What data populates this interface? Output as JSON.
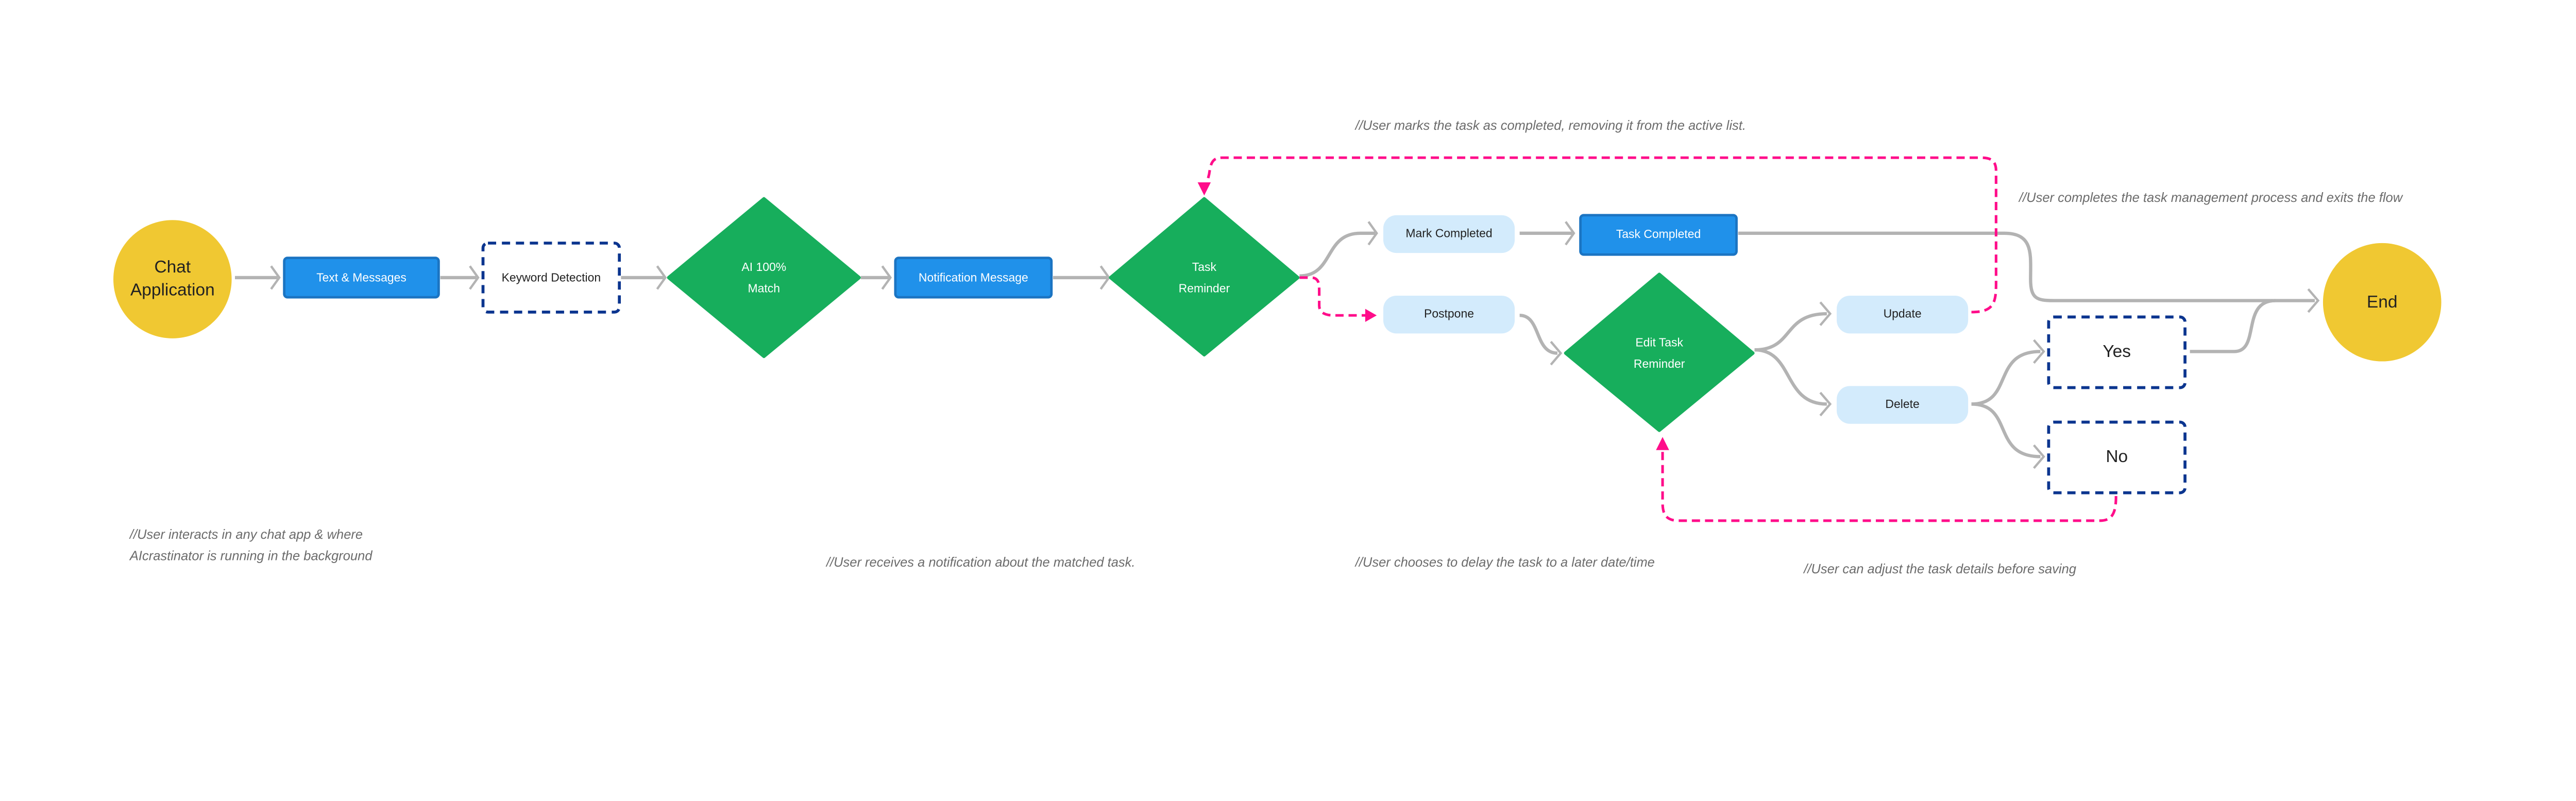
{
  "colors": {
    "start_end": "#f0c832",
    "process": "#2091ea",
    "process_border": "#1b74c2",
    "decision": "#17ae5c",
    "option": "#d3ebfc",
    "dashed_border": "#0b358f",
    "edge": "#b3b3b3",
    "loop": "#ff0d8a",
    "comment": "#6b6b6b"
  },
  "nodes": {
    "chat_app": {
      "line1": "Chat",
      "line2": "Application"
    },
    "text_messages": "Text & Messages",
    "keyword_detection": "Keyword Detection",
    "ai_match": {
      "line1": "AI 100%",
      "line2": "Match"
    },
    "notification_message": "Notification Message",
    "task_reminder": {
      "line1": "Task",
      "line2": "Reminder"
    },
    "mark_completed": "Mark Completed",
    "task_completed": "Task Completed",
    "postpone": "Postpone",
    "edit_task_reminder": {
      "line1": "Edit Task",
      "line2": "Reminder"
    },
    "update": "Update",
    "delete": "Delete",
    "yes": "Yes",
    "no": "No",
    "end": "End"
  },
  "comments": {
    "mark_completed": "//User marks the task as completed, removing it from the active list.",
    "exit": "//User completes the task management process and exits the flow",
    "chat_line1": "//User interacts in any chat app & where",
    "chat_line2": "AIcrastinator is running in the background",
    "notification": "//User receives a notification about the matched task.",
    "postpone": "//User chooses to delay the task to a later date/time",
    "edit": "//User can adjust the task details before saving"
  }
}
